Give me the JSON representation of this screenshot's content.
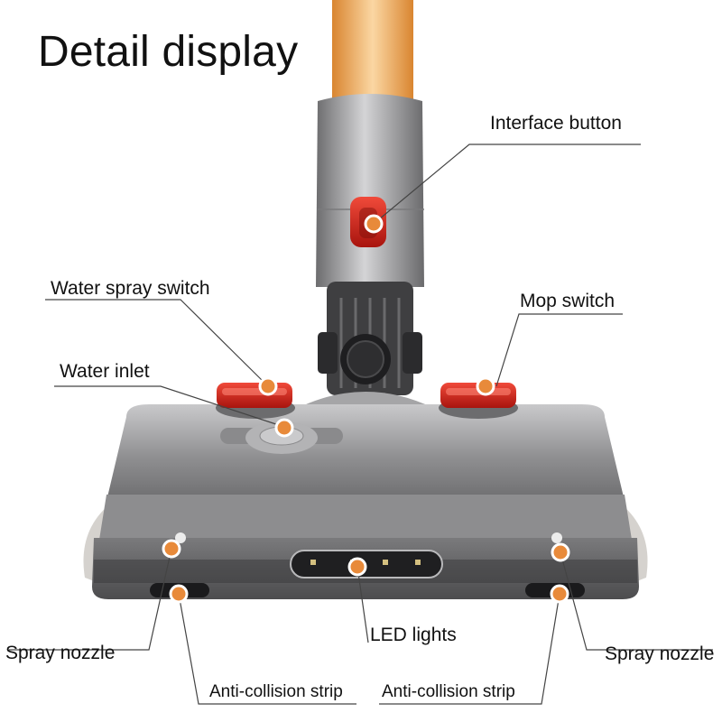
{
  "title": "Detail display",
  "labels": {
    "interface_button": "Interface button",
    "water_spray_switch": "Water spray switch",
    "mop_switch": "Mop switch",
    "water_inlet": "Water inlet",
    "led_lights": "LED lights",
    "spray_nozzle_left": "Spray nozzle",
    "spray_nozzle_right": "Spray nozzle",
    "anti_collision_left": "Anti-collision strip",
    "anti_collision_right": "Anti-collision strip"
  },
  "colors": {
    "marker": "#e88a3a",
    "handle": "#f0a858",
    "body": "#8a8a8c",
    "button_red": "#d8271f",
    "leader_line": "#444444"
  }
}
